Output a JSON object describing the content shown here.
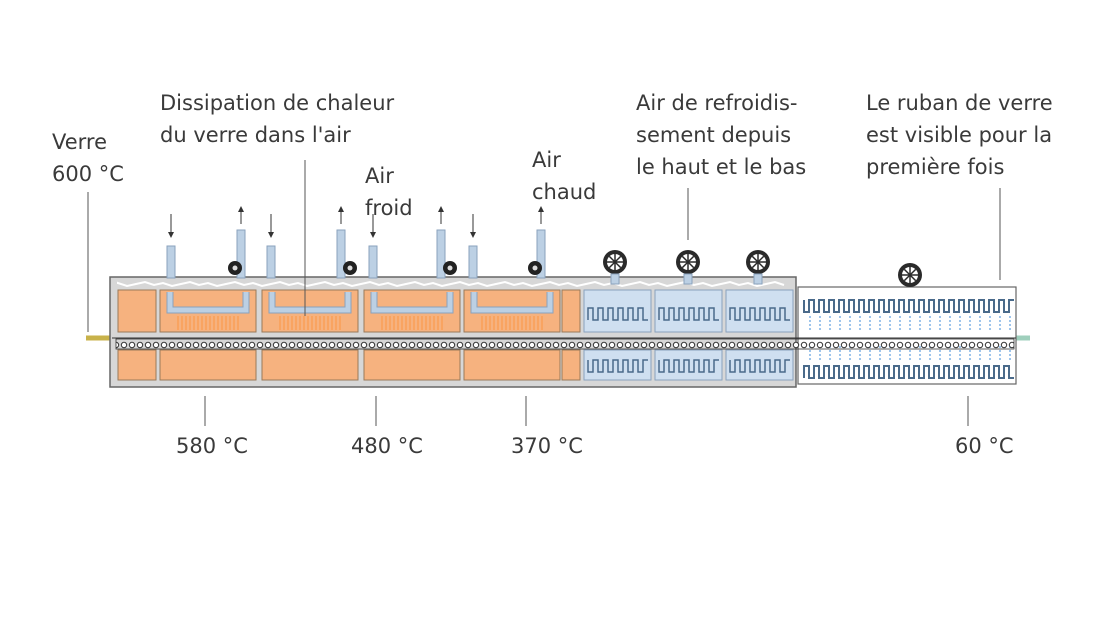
{
  "labels": {
    "verre": [
      "Verre",
      "600 °C"
    ],
    "dissipation": [
      "Dissipation de chaleur",
      "du verre dans l'air"
    ],
    "air_froid": [
      "Air",
      "froid"
    ],
    "air_chaud": [
      "Air",
      "chaud"
    ],
    "refroidissement": [
      "Air de refroidis-",
      "sement depuis",
      "le haut et le bas"
    ],
    "ruban": [
      "Le ruban de verre",
      "est visible pour la",
      "première fois"
    ]
  },
  "temperatures": [
    "580 °C",
    "480 °C",
    "370 °C",
    "60 °C"
  ],
  "colors": {
    "brick": "#f6b27f",
    "casing": "#d7d7d7",
    "duct": "#bcd0e4",
    "duct_stroke": "#8aa2bd",
    "glass_left": "#c8b24a",
    "glass_right": "#9fcfbc",
    "text": "#3a3a3a",
    "heat": "#ff8a2a",
    "spray": "#7fb2e6"
  }
}
